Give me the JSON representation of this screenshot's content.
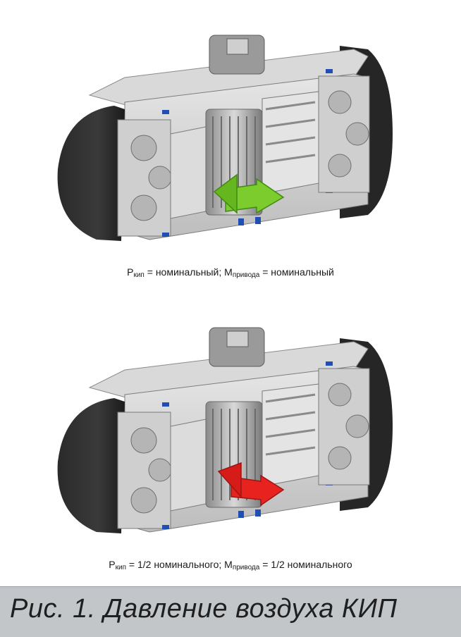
{
  "figure_title": "Рис. 1. Давление воздуха КИП",
  "panels": [
    {
      "arrow_color": "#7ccc2e",
      "caption": {
        "p_sym": "P",
        "p_sub": "кип",
        "p_val": " = номинальный; ",
        "m_sym": "M",
        "m_sub": "привода",
        "m_val": " = номинальный"
      }
    },
    {
      "arrow_color": "#e8231f",
      "caption": {
        "p_sym": "P",
        "p_sub": "кип",
        "p_val": " = 1/2 номинального; ",
        "m_sym": "M",
        "m_sub": "привода",
        "m_val": " = 1/2 номинального"
      }
    }
  ]
}
